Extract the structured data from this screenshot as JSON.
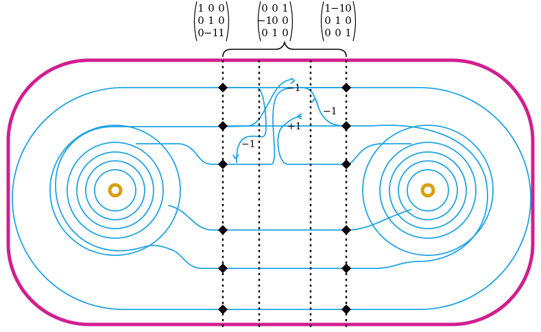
{
  "matrices": [
    {
      "rows": [
        [
          "1",
          "0",
          "0"
        ],
        [
          "0",
          "1",
          "0"
        ],
        [
          "0",
          "−1",
          "1"
        ]
      ]
    },
    {
      "rows": [
        [
          "0",
          "0",
          "1"
        ],
        [
          "−1",
          "0",
          "0"
        ],
        [
          "0",
          "1",
          "0"
        ]
      ]
    },
    {
      "rows": [
        [
          "1",
          "−1",
          "0"
        ],
        [
          "0",
          "1",
          "0"
        ],
        [
          "0",
          "0",
          "1"
        ]
      ]
    }
  ],
  "crossing_labels": [
    {
      "id": "top-left",
      "text": "−1"
    },
    {
      "id": "right",
      "text": "−1"
    },
    {
      "id": "left",
      "text": "−1"
    },
    {
      "id": "mid",
      "text": "+1"
    }
  ],
  "colors": {
    "boundary": "#d11f8f",
    "curves": "#1fa3e3",
    "punctures": "#d9a00f",
    "cuts": "#000000"
  }
}
